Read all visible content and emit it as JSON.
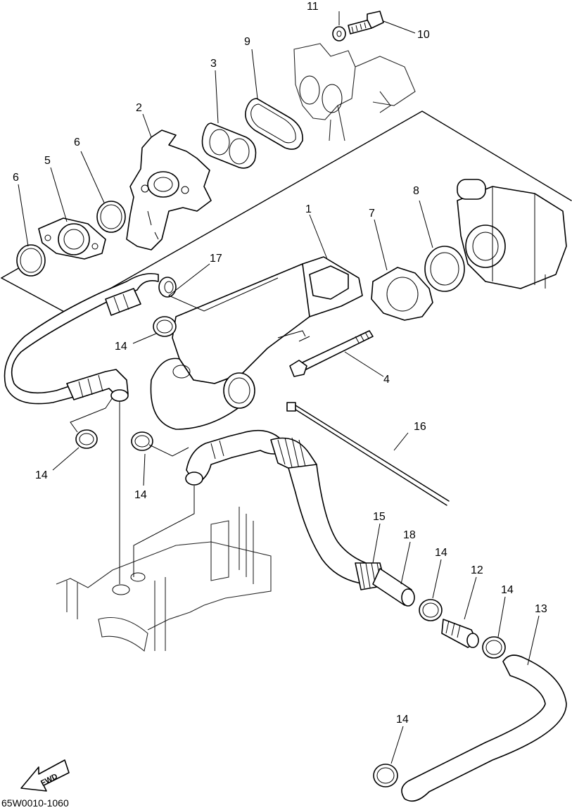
{
  "diagram": {
    "callouts": [
      {
        "id": "c1",
        "text": "1"
      },
      {
        "id": "c2",
        "text": "2"
      },
      {
        "id": "c3",
        "text": "3"
      },
      {
        "id": "c4",
        "text": "4"
      },
      {
        "id": "c5",
        "text": "5"
      },
      {
        "id": "c6a",
        "text": "6"
      },
      {
        "id": "c6b",
        "text": "6"
      },
      {
        "id": "c7",
        "text": "7"
      },
      {
        "id": "c8",
        "text": "8"
      },
      {
        "id": "c9",
        "text": "9"
      },
      {
        "id": "c10",
        "text": "10"
      },
      {
        "id": "c11",
        "text": "11"
      },
      {
        "id": "c12",
        "text": "12"
      },
      {
        "id": "c13",
        "text": "13"
      },
      {
        "id": "c14a",
        "text": "14"
      },
      {
        "id": "c14b",
        "text": "14"
      },
      {
        "id": "c14c",
        "text": "14"
      },
      {
        "id": "c14d",
        "text": "14"
      },
      {
        "id": "c14e",
        "text": "14"
      },
      {
        "id": "c14f",
        "text": "14"
      },
      {
        "id": "c15",
        "text": "15"
      },
      {
        "id": "c16",
        "text": "16"
      },
      {
        "id": "c17",
        "text": "17"
      },
      {
        "id": "c18",
        "text": "18"
      }
    ],
    "fwd_label": "FWD",
    "diagram_code": "65W0010-1060"
  }
}
